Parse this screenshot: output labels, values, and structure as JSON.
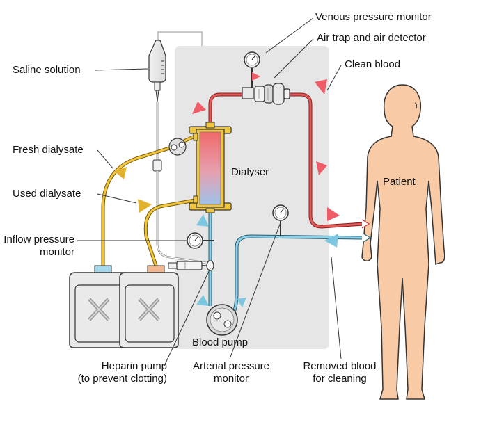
{
  "labels": {
    "venous_pressure_monitor": "Venous pressure monitor",
    "air_trap": "Air trap and air detector",
    "clean_blood": "Clean blood",
    "saline_solution": "Saline solution",
    "fresh_dialysate": "Fresh dialysate",
    "used_dialysate": "Used dialysate",
    "dialyser": "Dialyser",
    "patient": "Patient",
    "inflow_pressure_monitor": "Inflow pressure\nmonitor",
    "blood_pump": "Blood pump",
    "heparin_pump": "Heparin pump\n(to prevent clotting)",
    "arterial_pressure_monitor": "Arterial pressure\nmonitor",
    "removed_blood": "Removed blood\nfor cleaning"
  },
  "colors": {
    "panel": "#e6e6e6",
    "clean_blood_line": "#d9484f",
    "removed_blood_line": "#7fbcd1",
    "dialysate_line": "#e0b22e",
    "skin": "#f8cba6",
    "dialyser_top": "#f07a7a",
    "dialyser_bottom": "#a6c5e8"
  }
}
